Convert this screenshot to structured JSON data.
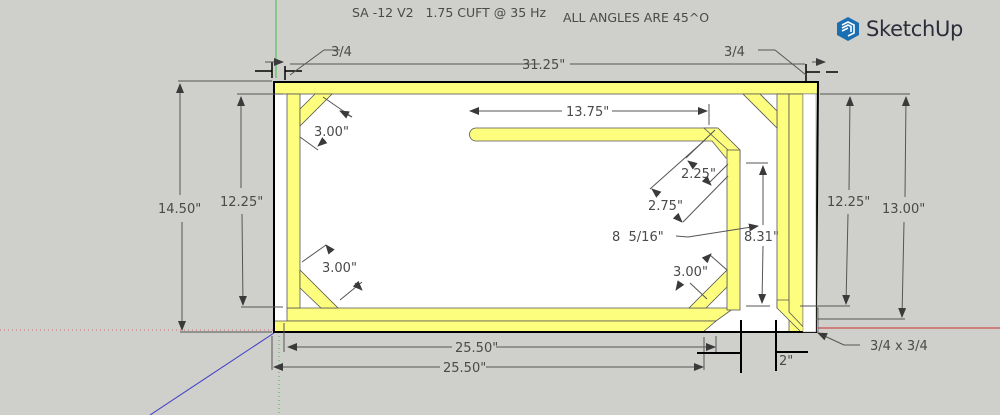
{
  "app": {
    "name": "SketchUp",
    "brand_color": "#1a6fb3"
  },
  "header": {
    "title": "SA -12 V2   1.75 CUFT @ 35 Hz",
    "note": "ALL ANGLES ARE 45^O"
  },
  "colors": {
    "background": "#cfcfcb",
    "panel_fill": "#fdfd7e",
    "interior_fill": "#ffffff",
    "outline": "#000000",
    "dimension": "#4a4a4a",
    "axis_red": "#d0302c",
    "axis_green": "#3fbf3f",
    "axis_blue": "#3a3ac8"
  },
  "dimensions": {
    "top_overall": "31.25\"",
    "top_left_thickness": "3/4",
    "top_right_thickness": "3/4",
    "left_outer_height": "14.50\"",
    "left_inner_height": "12.25\"",
    "right_inner_height": "12.25\"",
    "right_outer_height": "13.00\"",
    "slot_length": "13.75\"",
    "brace_top_left": "3.00\"",
    "brace_bottom_left": "3.00\"",
    "brace_bottom_right": "3.00\"",
    "chamfer_inner": "2.25\"",
    "chamfer_outer": "2.75\"",
    "divider_fraction": "8  5/16\"",
    "divider_height": "8.31\"",
    "bottom_inner_length": "25.50\"",
    "bottom_outer_length": "25.50\"",
    "port_gap": "2\"",
    "corner_cleat": "3/4 x 3/4"
  }
}
